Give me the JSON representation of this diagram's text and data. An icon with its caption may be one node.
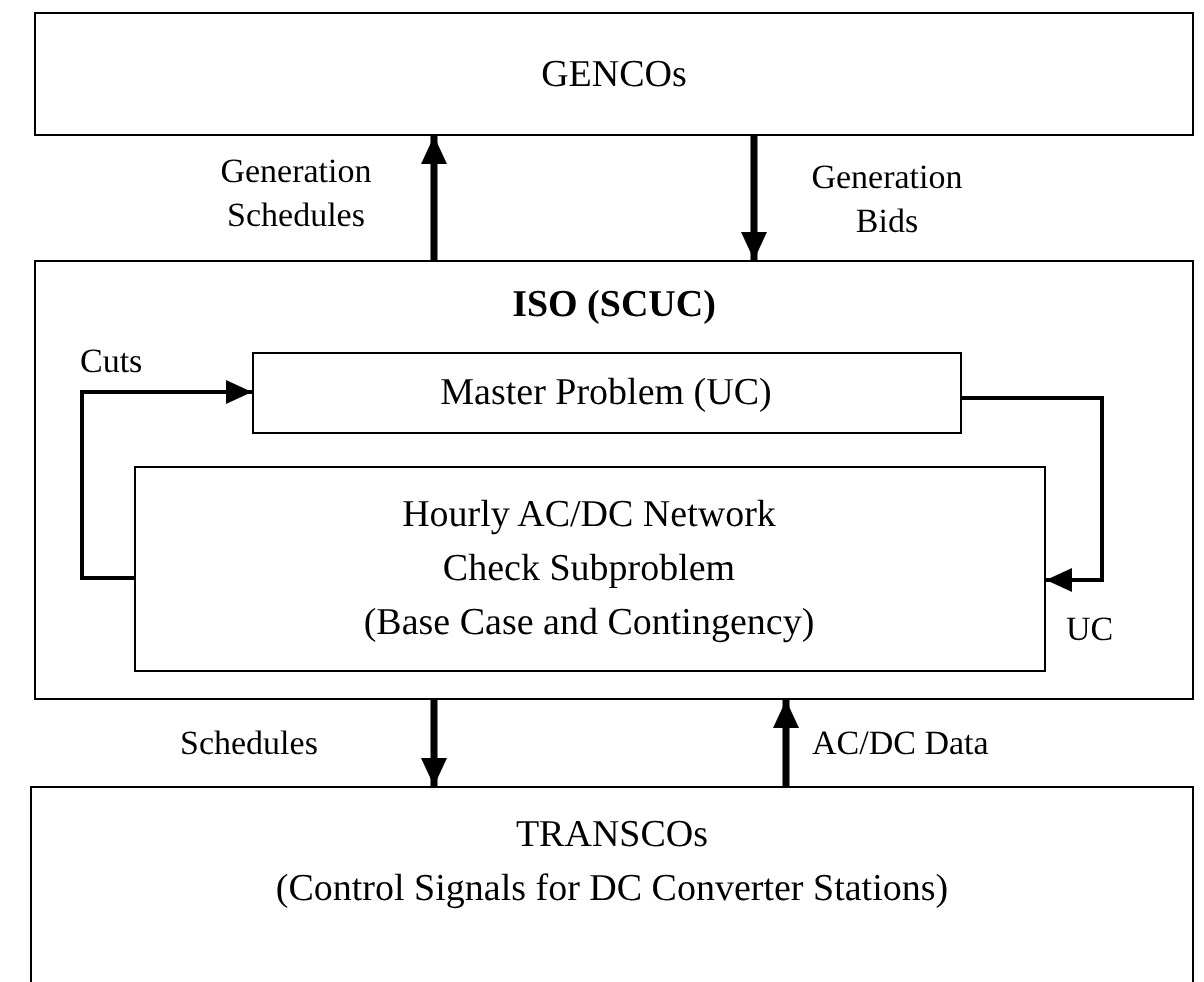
{
  "diagram": {
    "nodes": [
      {
        "text": [
          "GENCOs"
        ]
      },
      {
        "text": [
          "ISO (SCUC)"
        ]
      },
      {
        "text": [
          "Master Problem (UC)"
        ],
        "in": 1
      },
      {
        "text": [
          "Hourly AC/DC Network Check Subproblem",
          "(Base Case and Contingency)"
        ],
        "in": 1
      },
      {
        "text": [
          "TRANSCOs",
          "(Control Signals for DC Converter Stations)"
        ]
      }
    ],
    "edges": [
      {
        "from": 1,
        "to": 0,
        "arrow": "to",
        "label": "Generation Schedules"
      },
      {
        "from": 0,
        "to": 1,
        "arrow": "to",
        "label": "Generation Bids"
      },
      {
        "from": 3,
        "to": 2,
        "arrow": "to",
        "label": "Cuts"
      },
      {
        "from": 2,
        "to": 3,
        "arrow": "to",
        "label": "UC"
      },
      {
        "from": 1,
        "to": 4,
        "arrow": "to",
        "label": "Schedules"
      },
      {
        "from": 4,
        "to": 1,
        "arrow": "to",
        "label": "AC/DC Data"
      }
    ]
  }
}
